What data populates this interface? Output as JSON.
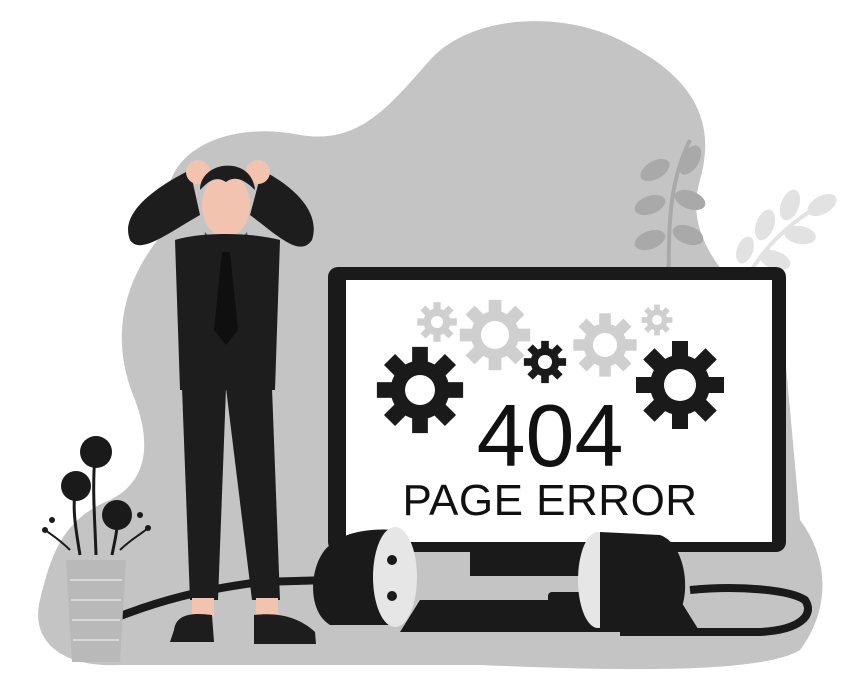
{
  "illustration": {
    "error_code": "404",
    "error_message": "PAGE ERROR"
  },
  "colors": {
    "background_blob": "#c4c4c4",
    "foliage_light": "#e2e2e2",
    "foliage_mid": "#a9a9a9",
    "suit": "#1d1d1d",
    "skin": "#f2c4b0",
    "monitor_frame": "#1a1a1a",
    "screen": "#ffffff",
    "gear_dark": "#1a1a1a",
    "gear_light": "#cfcfcf",
    "plug_tip": "#e6e6e6",
    "vase": "#b9b9b9"
  },
  "icons": [
    "gear-icon",
    "plug-icon",
    "plant-icon",
    "person-figure",
    "monitor-icon"
  ]
}
